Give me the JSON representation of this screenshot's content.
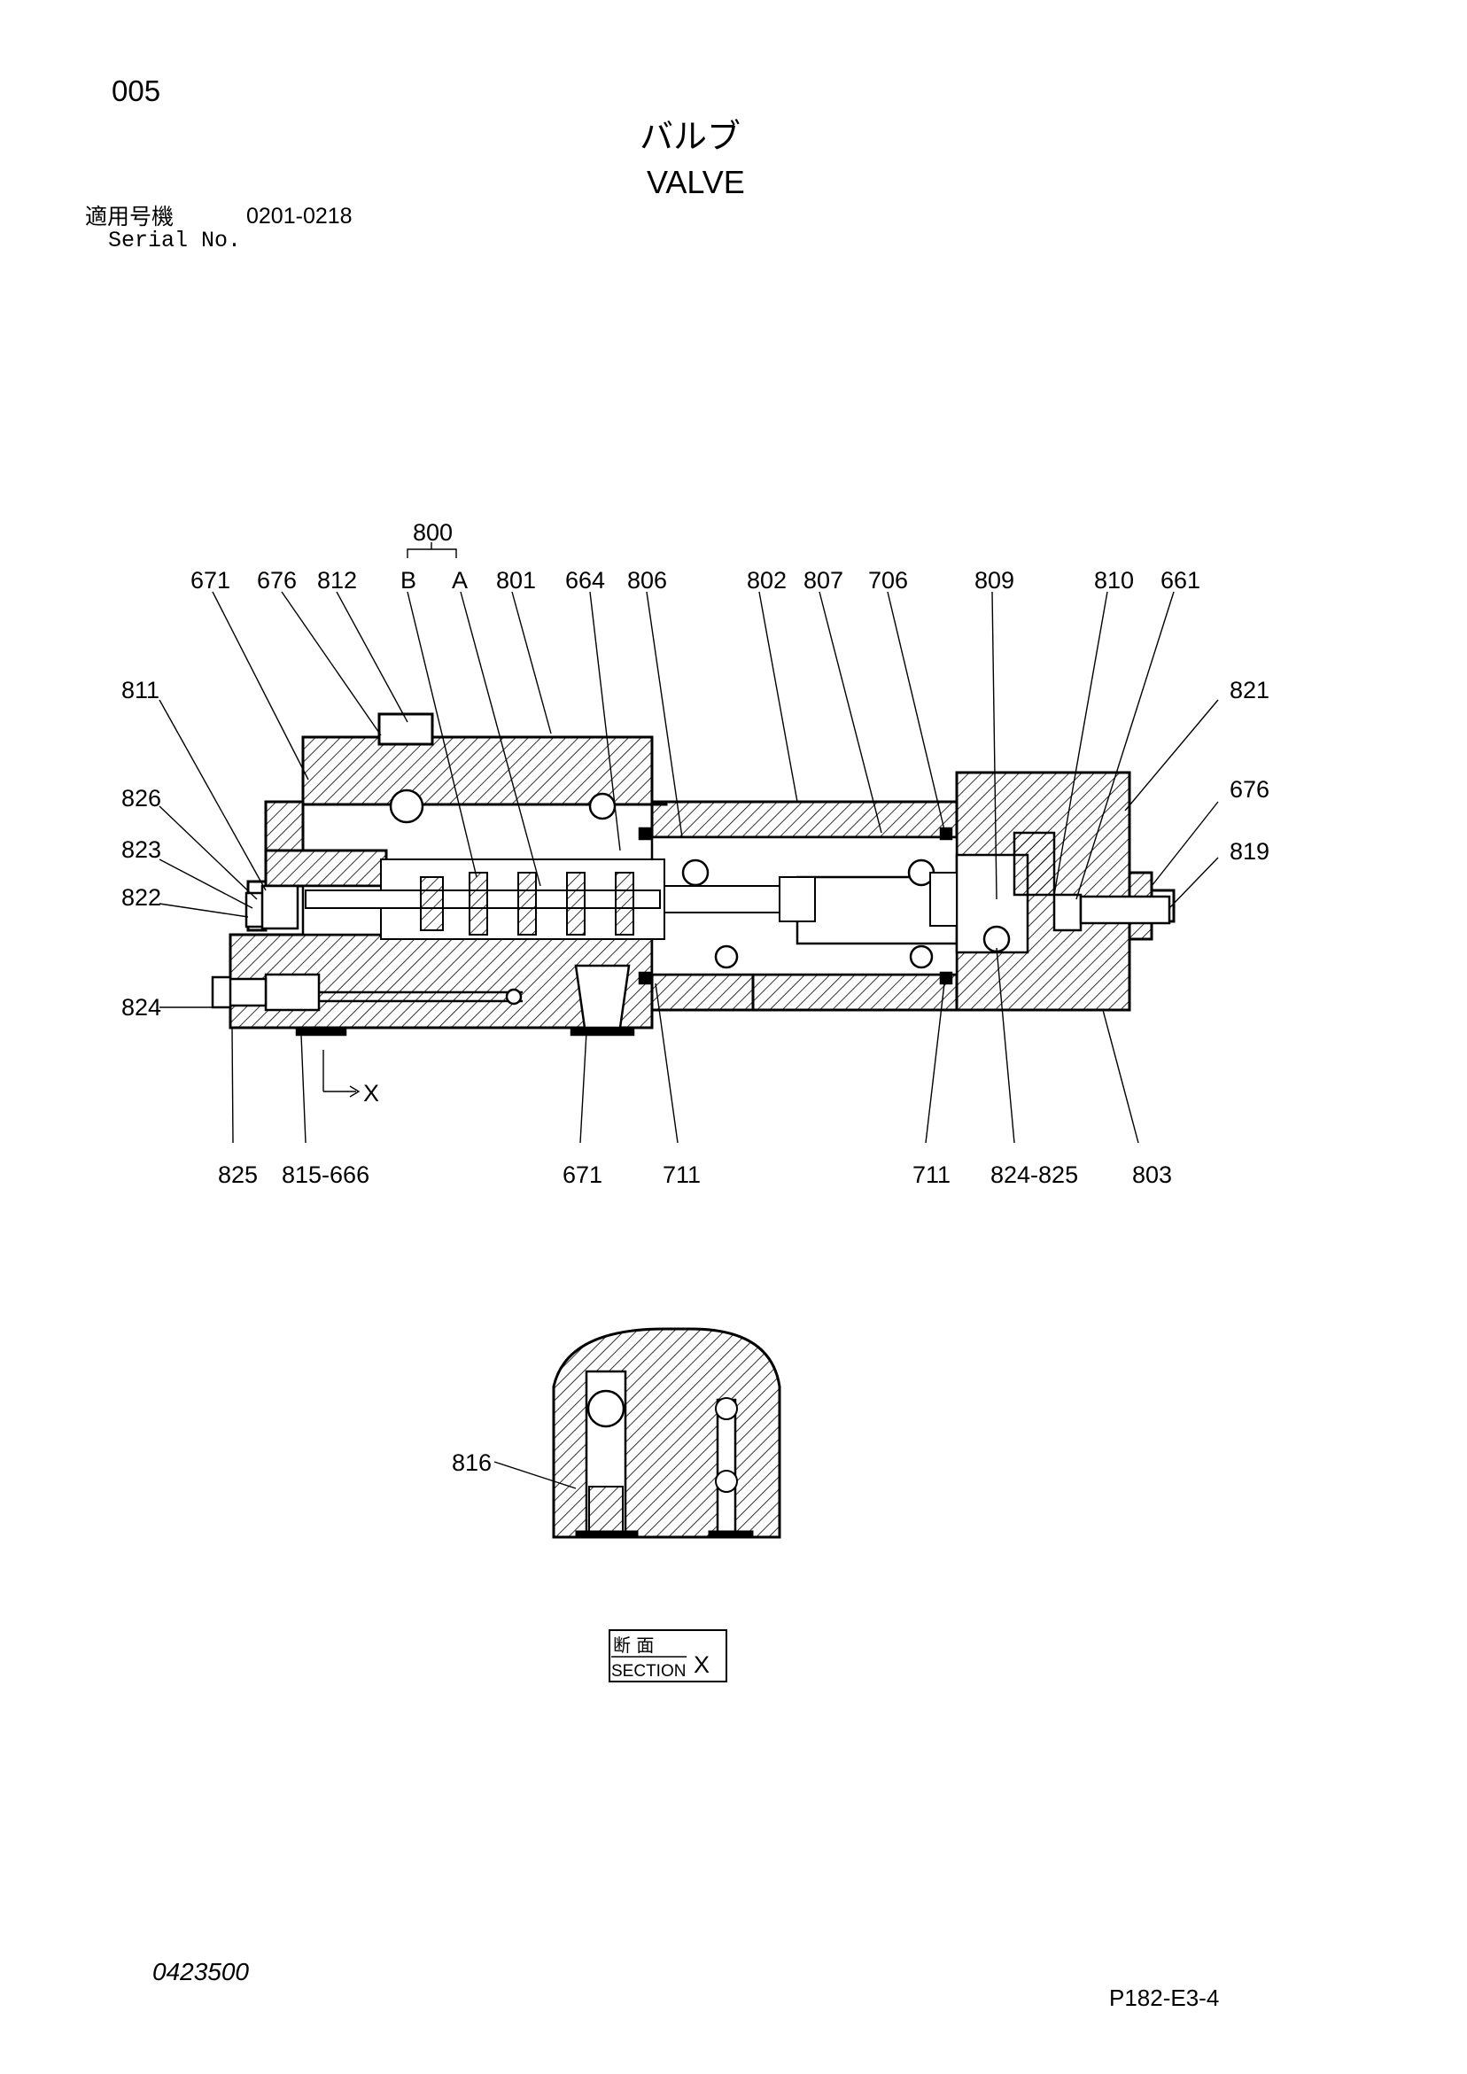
{
  "header": {
    "page_code": "005",
    "title_jp": "バルブ",
    "title_en": "VALVE",
    "serial_label_jp": "適用号機",
    "serial_range": "0201-0218",
    "serial_label_en": "Serial No."
  },
  "labels": {
    "l800": "800",
    "lB": "B",
    "lA": "A",
    "l671a": "671",
    "l676a": "676",
    "l812": "812",
    "l801": "801",
    "l664": "664",
    "l806": "806",
    "l802": "802",
    "l807": "807",
    "l706": "706",
    "l809": "809",
    "l810": "810",
    "l661": "661",
    "l811": "811",
    "l821": "821",
    "l826": "826",
    "l676b": "676",
    "l823": "823",
    "l819": "819",
    "l822": "822",
    "l824": "824",
    "lX": "X",
    "l825": "825",
    "l815_666": "815-666",
    "l671b": "671",
    "l711a": "711",
    "l711b": "711",
    "l824_825": "824-825",
    "l803": "803",
    "l816": "816"
  },
  "section": {
    "label_jp": "断 面",
    "label_en": "SECTION",
    "label_x": "X"
  },
  "footer": {
    "doc_number": "0423500",
    "page_code": "P182-E3-4"
  }
}
